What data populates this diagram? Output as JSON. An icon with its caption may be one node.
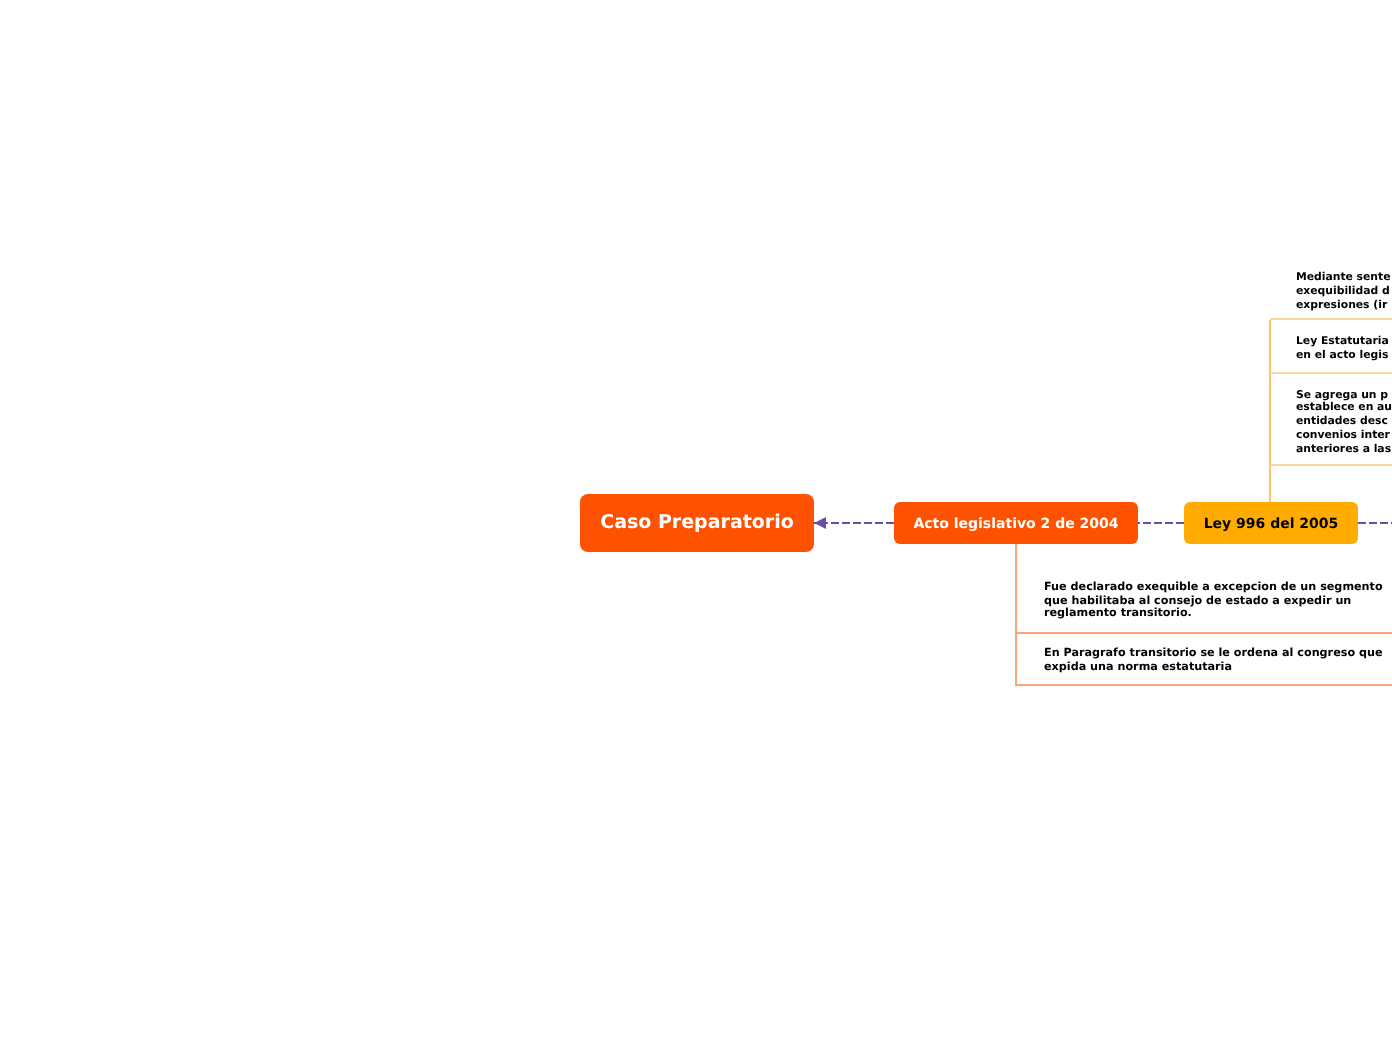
{
  "diagram": {
    "nodes": [
      {
        "text": [
          "Caso Preparatorio"
        ]
      },
      {
        "text": [
          "Acto legislativo 2 de 2004"
        ]
      },
      {
        "text": [
          "Ley 996 del 2005"
        ]
      },
      {
        "text": [
          "Fue declarado exequible a excepcion de un segmento que habilitaba al consejo de estado a expedir un reglamento transitorio."
        ]
      },
      {
        "text": [
          "En Paragrafo transitorio se le ordena al congreso que expida una norma estatutaria"
        ]
      },
      {
        "text": [
          "Mediante sente exequibilidad d expresiones (ir"
        ]
      },
      {
        "text": [
          "Ley Estatutaria en el acto legis"
        ]
      },
      {
        "text": [
          "Se agrega un p establece en au entidades desc convenios inter anteriores a las"
        ]
      }
    ],
    "edges": [
      {
        "from": 1,
        "to": 0,
        "arrow": "to",
        "style": "dashed",
        "color": "#6b4fa3"
      },
      {
        "from": 2,
        "to": 1,
        "arrow": "none",
        "style": "dashed",
        "color": "#6b4fa3"
      },
      {
        "from": 2,
        "to": null,
        "arrow": "none",
        "style": "dashed",
        "color": "#6b4fa3"
      },
      {
        "from": 1,
        "to": 3,
        "arrow": "none",
        "color": "#f7a77a"
      },
      {
        "from": 1,
        "to": 4,
        "arrow": "none",
        "color": "#f7a77a"
      },
      {
        "from": 2,
        "to": 5,
        "arrow": "none",
        "color": "#f7c66b"
      },
      {
        "from": 2,
        "to": 6,
        "arrow": "none",
        "color": "#f7c66b"
      },
      {
        "from": 2,
        "to": 7,
        "arrow": "none",
        "color": "#f7c66b"
      }
    ]
  }
}
